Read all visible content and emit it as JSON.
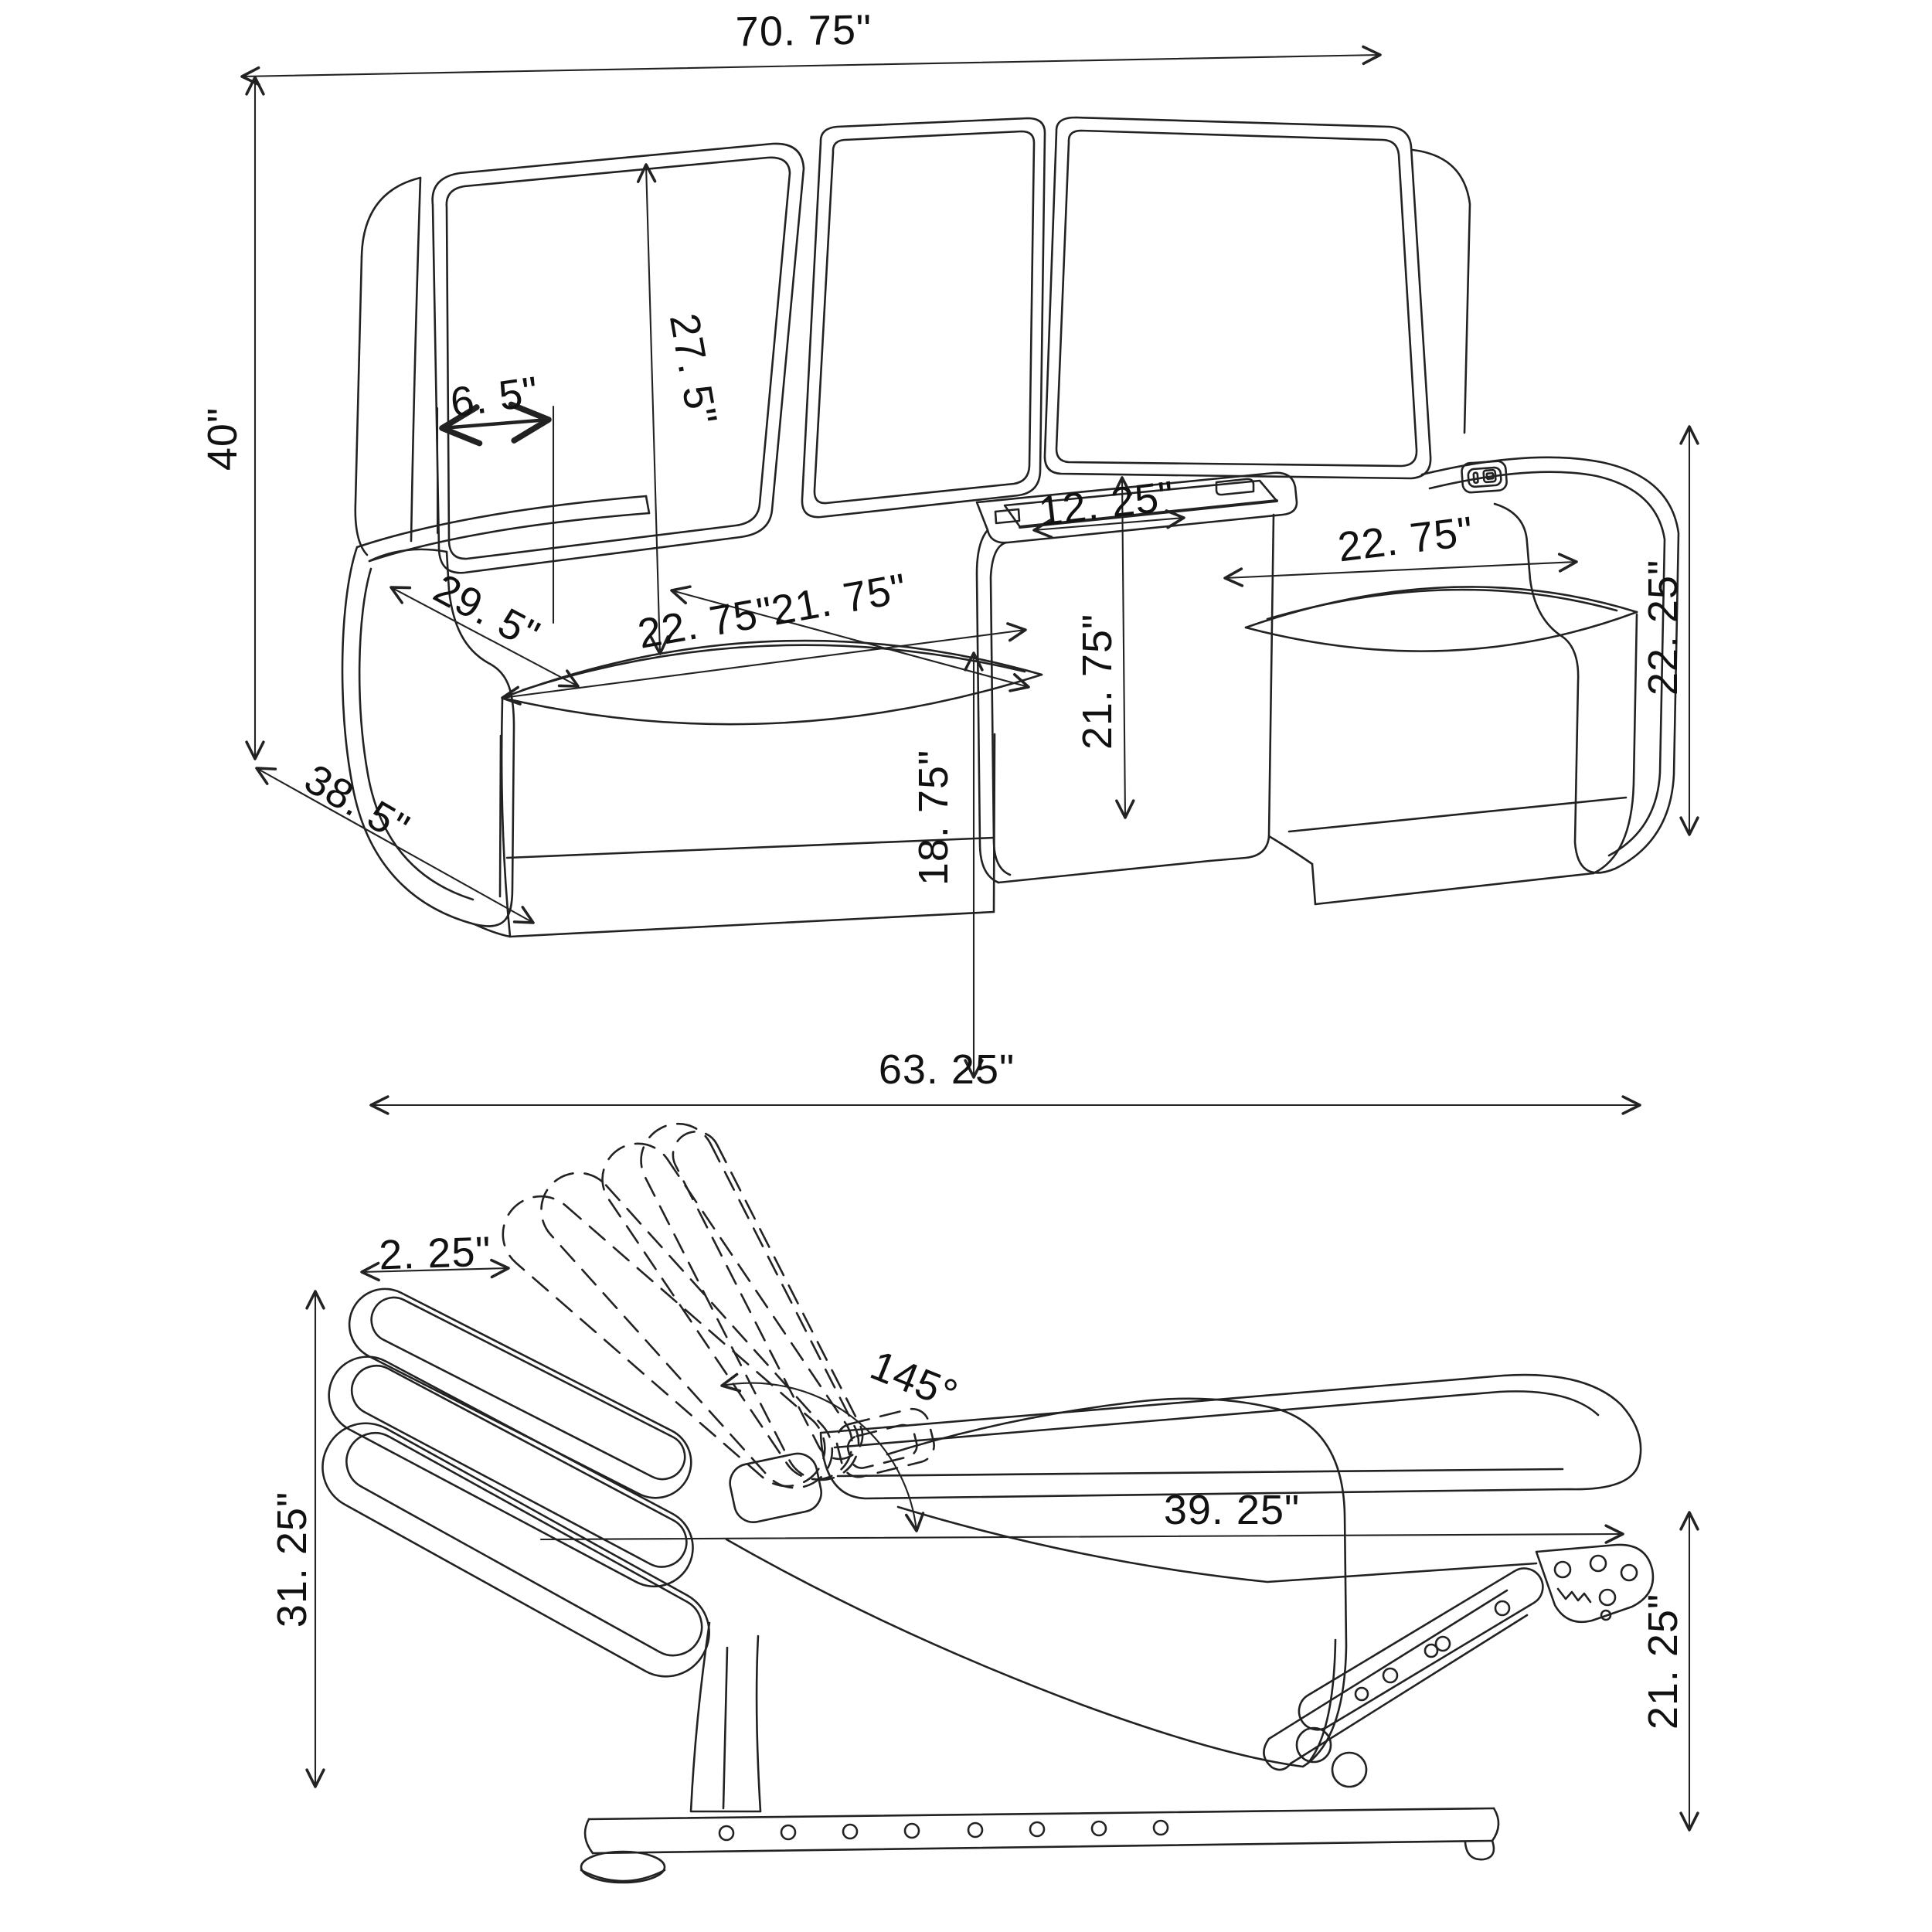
{
  "page": {
    "background": "#ffffff",
    "line_color": "#222222"
  },
  "top_view": {
    "dims": {
      "overall_width": "70. 75\"",
      "overall_height": "40\"",
      "overall_depth": "38. 5\"",
      "back_cushion_height": "27. 5\"",
      "armrest_top_width": "6. 5\"",
      "arm_front_diagonal": "29. 5\"",
      "seat_depth": "21. 75\"",
      "left_seat_width": "22. 75\"",
      "console_width": "12. 25\"",
      "console_height": "21. 75\"",
      "seat_height": "18. 75\"",
      "right_seat_width": "22. 75\"",
      "arm_height": "22. 25\""
    }
  },
  "side_view": {
    "dims": {
      "reclined_length": "63. 25\"",
      "headrest_travel": "2. 25\"",
      "recline_angle": "145°",
      "footrest_extension": "39. 25\"",
      "back_height": "31. 25\"",
      "seat_back_height": "21. 25\""
    }
  }
}
